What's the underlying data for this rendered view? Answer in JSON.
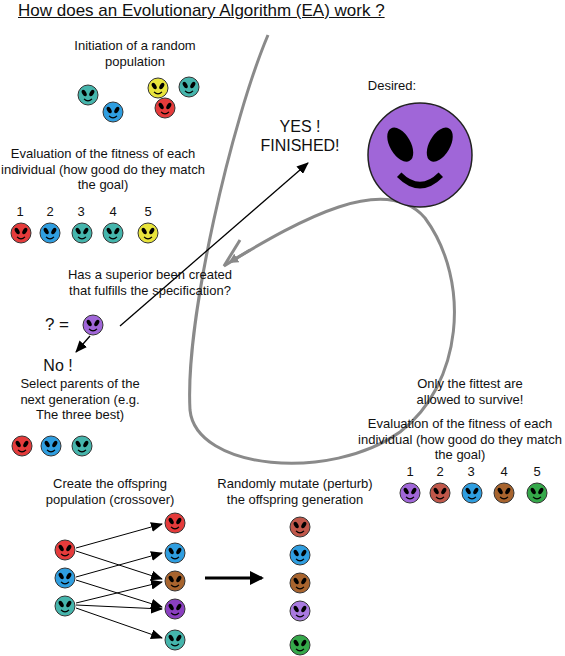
{
  "diagram": {
    "title": "How does an Evolutionary Algorithm (EA) work ?",
    "labels": [
      "Initiation of a random population",
      "Desired:",
      "YES ! FINISHED!",
      "Evaluation of the fitness of each individual (how good do they match the goal)",
      "1",
      "2",
      "3",
      "4",
      "5",
      "Has a superior been created that fulfills the specification?",
      "? =",
      "No !",
      "Select parents of the next generation (e.g. The three best)",
      "Only the fittest are allowed to survive!",
      "Evaluation of the fitness of each individual (how good do they match the goal)",
      "1",
      "2",
      "3",
      "4",
      "5",
      "Create the offspring population (crossover)",
      "Randomly mutate (perturb) the offspring generation"
    ]
  }
}
